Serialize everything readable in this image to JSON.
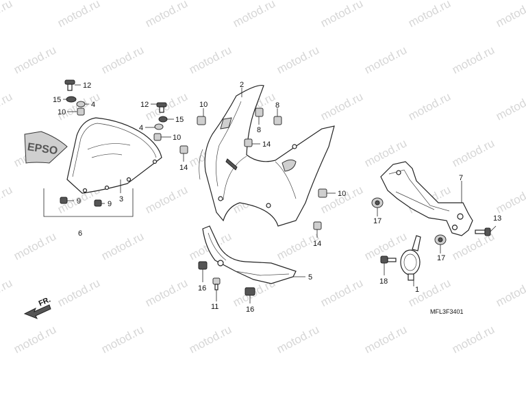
{
  "watermark": "motod.ru",
  "diagram_code": "MFL3F3401",
  "direction_label": "FR.",
  "decal_text": "EPSO",
  "callouts": {
    "c1": "1",
    "c2": "2",
    "c3": "3",
    "c4a": "4",
    "c4b": "4",
    "c5": "5",
    "c6": "6",
    "c7": "7",
    "c8a": "8",
    "c8b": "8",
    "c9a": "9",
    "c9b": "9",
    "c10a": "10",
    "c10b": "10",
    "c10c": "10",
    "c10d": "10",
    "c11": "11",
    "c12a": "12",
    "c12b": "12",
    "c13": "13",
    "c14a": "14",
    "c14b": "14",
    "c14c": "14",
    "c15a": "15",
    "c15b": "15",
    "c16a": "16",
    "c16b": "16",
    "c17a": "17",
    "c17b": "17",
    "c18": "18"
  }
}
